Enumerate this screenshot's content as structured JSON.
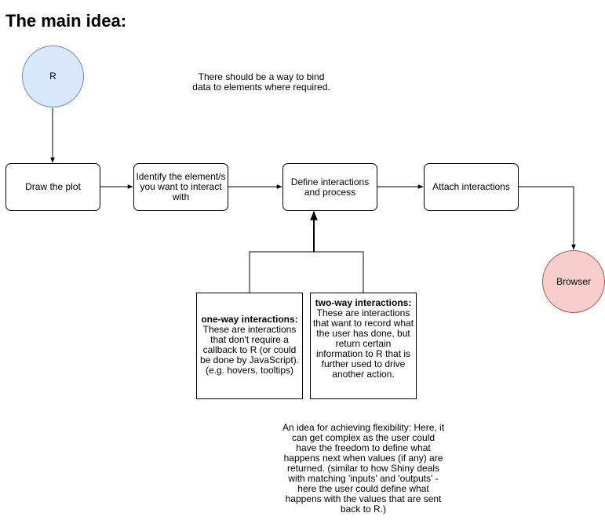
{
  "title": "The main idea:",
  "nodes": {
    "r": "R",
    "draw_plot": "Draw the plot",
    "identify": "Identify the element/s you want to interact with",
    "define": "Define interactions and process",
    "attach": "Attach interactions",
    "browser": "Browser"
  },
  "one_way": {
    "heading": "one-way interactions:",
    "body": "These are interactions that don't require a callback to R (or could be done by JavaScript). (e.g. hovers, tooltips)"
  },
  "two_way": {
    "heading": "two-way interactions:",
    "body": "These are interactions that want to record what the user has done, but return certain information to R that is further used to drive another action."
  },
  "notes": {
    "bind": "There should be a way to bind data to elements where required.",
    "flexibility": "An idea for achieving flexibility: Here, it can get complex as the user could have the freedom to define what happens next when values (if any) are returned. (similar to how Shiny deals with matching 'inputs' and 'outputs' - here the user could define what happens with the values that are sent back to R.)"
  },
  "colors": {
    "r_fill": "#dae8fc",
    "r_stroke": "#6c8ebf",
    "browser_fill": "#f8cecc",
    "browser_stroke": "#b85450"
  }
}
